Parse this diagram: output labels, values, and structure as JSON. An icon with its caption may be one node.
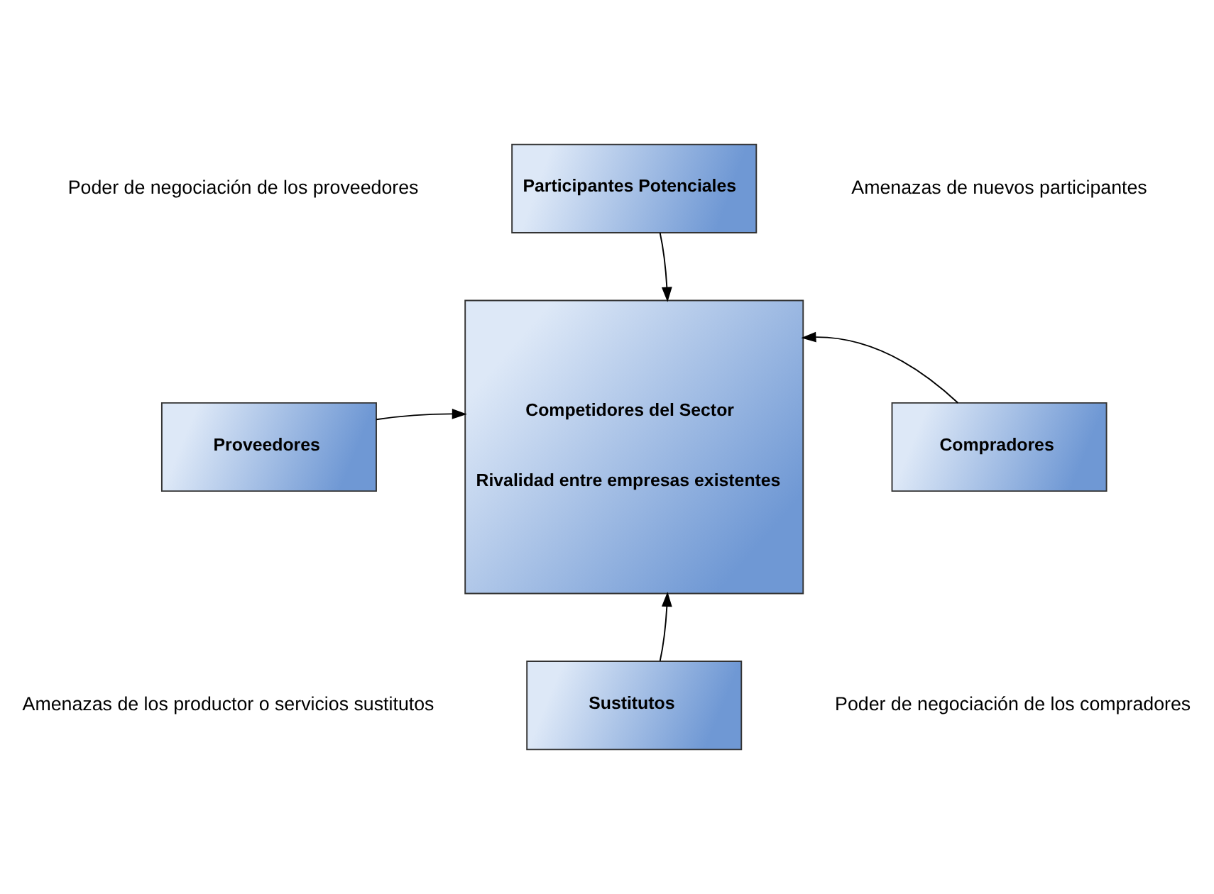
{
  "diagram": {
    "nodes": [
      {
        "text": [
          "Participantes Potenciales"
        ]
      },
      {
        "text": [
          "Competidores del Sector",
          "Rivalidad entre empresas existentes"
        ]
      },
      {
        "text": [
          "Proveedores"
        ]
      },
      {
        "text": [
          "Compradores"
        ]
      },
      {
        "text": [
          "Sustitutos"
        ]
      }
    ],
    "edges": [
      {
        "from": 0,
        "to": 1,
        "arrow": "to"
      },
      {
        "from": 2,
        "to": 1,
        "arrow": "to"
      },
      {
        "from": 3,
        "to": 1,
        "arrow": "to"
      },
      {
        "from": 4,
        "to": 1,
        "arrow": "to"
      }
    ],
    "labels": [
      "Poder de negociación de los proveedores",
      "Amenazas de nuevos participantes",
      "Amenazas de los productor o servicios sustitutos",
      "Poder de negociación de los compradores"
    ]
  }
}
